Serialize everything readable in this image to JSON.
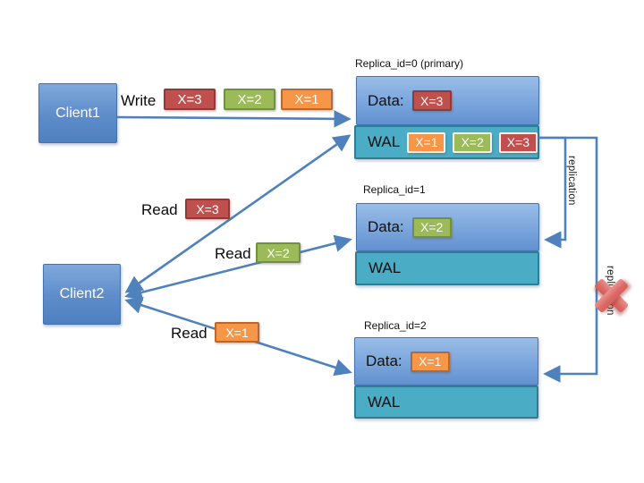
{
  "diagram": {
    "clients": [
      {
        "label": "Client1"
      },
      {
        "label": "Client2"
      }
    ],
    "replicas": [
      {
        "title": "Replica_id=0 (primary)",
        "data_label": "Data:",
        "data_badge": {
          "text": "X=3",
          "color": "#c0504d"
        },
        "wal_label": "WAL",
        "wal_badges": [
          {
            "text": "X=1",
            "color": "#f79646"
          },
          {
            "text": "X=2",
            "color": "#9bbb59"
          },
          {
            "text": "X=3",
            "color": "#c0504d"
          }
        ]
      },
      {
        "title": "Replica_id=1",
        "data_label": "Data:",
        "data_badge": {
          "text": "X=2",
          "color": "#9bbb59"
        },
        "wal_label": "WAL",
        "wal_badges": []
      },
      {
        "title": "Replica_id=2",
        "data_label": "Data:",
        "data_badge": {
          "text": "X=1",
          "color": "#f79646"
        },
        "wal_label": "WAL",
        "wal_badges": []
      }
    ],
    "write_flow": {
      "label": "Write",
      "badges": [
        {
          "text": "X=3",
          "color": "#c0504d"
        },
        {
          "text": "X=2",
          "color": "#9bbb59"
        },
        {
          "text": "X=1",
          "color": "#f79646"
        }
      ]
    },
    "read_flows": [
      {
        "label": "Read",
        "badge": {
          "text": "X=3",
          "color": "#c0504d"
        }
      },
      {
        "label": "Read",
        "badge": {
          "text": "X=2",
          "color": "#9bbb59"
        }
      },
      {
        "label": "Read",
        "badge": {
          "text": "X=1",
          "color": "#f79646"
        }
      }
    ],
    "replication_links": [
      {
        "label": "replication",
        "status": "ok"
      },
      {
        "label": "replication",
        "status": "failed"
      }
    ],
    "colors": {
      "badge_red": "#c0504d",
      "badge_green": "#9bbb59",
      "badge_orange": "#f79646",
      "client_blue": "#4e80c0",
      "data_blue": "#6291d0",
      "wal_teal": "#4bacc6",
      "arrow_blue": "#4f81bd",
      "failure_x": "#dc6965"
    }
  }
}
